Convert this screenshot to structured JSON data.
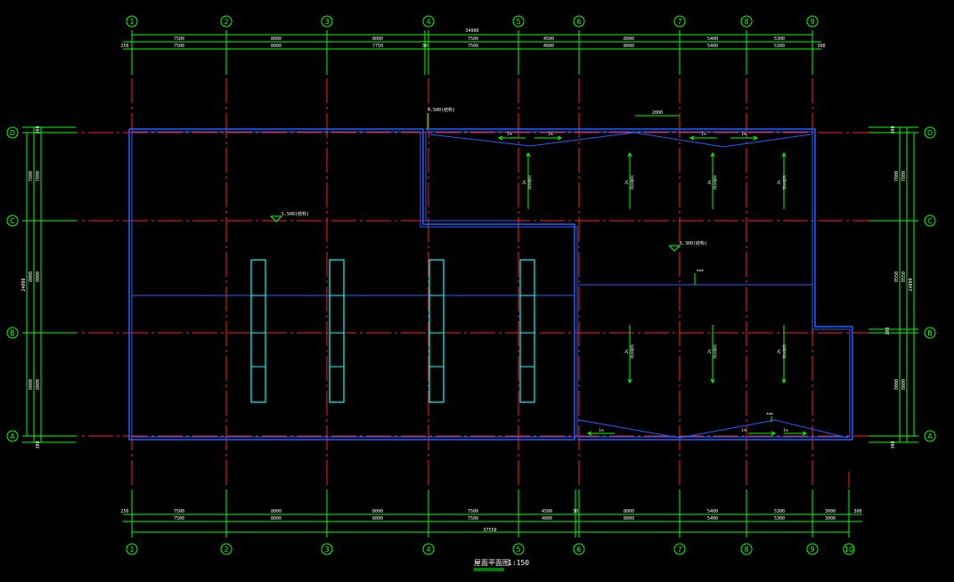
{
  "title": "屋面平面图",
  "scale": "1:150",
  "colors": {
    "background": "#000000",
    "axis": "#ff2020",
    "dimension": "#00ff00",
    "outline": "#2060ff",
    "skylight": "#00ffff",
    "text": "#ffffff"
  },
  "grid": {
    "columns": [
      "1",
      "2",
      "3",
      "4",
      "5",
      "6",
      "7",
      "8",
      "9",
      "10"
    ],
    "rows": [
      "D",
      "C",
      "B",
      "A"
    ]
  },
  "dims": {
    "top_total": "34900",
    "top_row1": [
      "7500",
      "8000",
      "8000",
      "7500",
      "4500",
      "8000",
      "5400",
      "5300"
    ],
    "top_row2": [
      "7500",
      "8000",
      "7750",
      "7500",
      "4800",
      "8000",
      "5400",
      "5300"
    ],
    "top_left_offset": "250",
    "top_mid_small": "30",
    "top_right_offset": "300",
    "bottom_total": "37550",
    "bottom_row1": [
      "7500",
      "8000",
      "8000",
      "7500",
      "4500",
      "8000",
      "5400",
      "5300",
      "3000"
    ],
    "bottom_row2": [
      "7500",
      "8000",
      "8000",
      "7500",
      "4800",
      "8000",
      "5400",
      "5300",
      "3000"
    ],
    "bottom_left_offset": "250",
    "bottom_mid_small": "30",
    "bottom_right_offset": "300",
    "left_total": "24000",
    "left_segments": [
      "7800",
      "8000",
      "8000"
    ],
    "left_ends": [
      "300",
      "300"
    ],
    "right_total": "24000",
    "right_segments": [
      "7800",
      "8550",
      "8000"
    ],
    "right_ends": [
      "300",
      "300"
    ],
    "right_small": "100"
  },
  "labels": {
    "top_marker": "4.500(结构)",
    "top_width": "2000",
    "left_level": "5.500(结构)",
    "right_level": "6.300(结构)",
    "mid_mark": "±±±",
    "bottom_mark": "±±±",
    "slope": "1%",
    "slope_v": "2%",
    "drain": "排水坡向"
  }
}
